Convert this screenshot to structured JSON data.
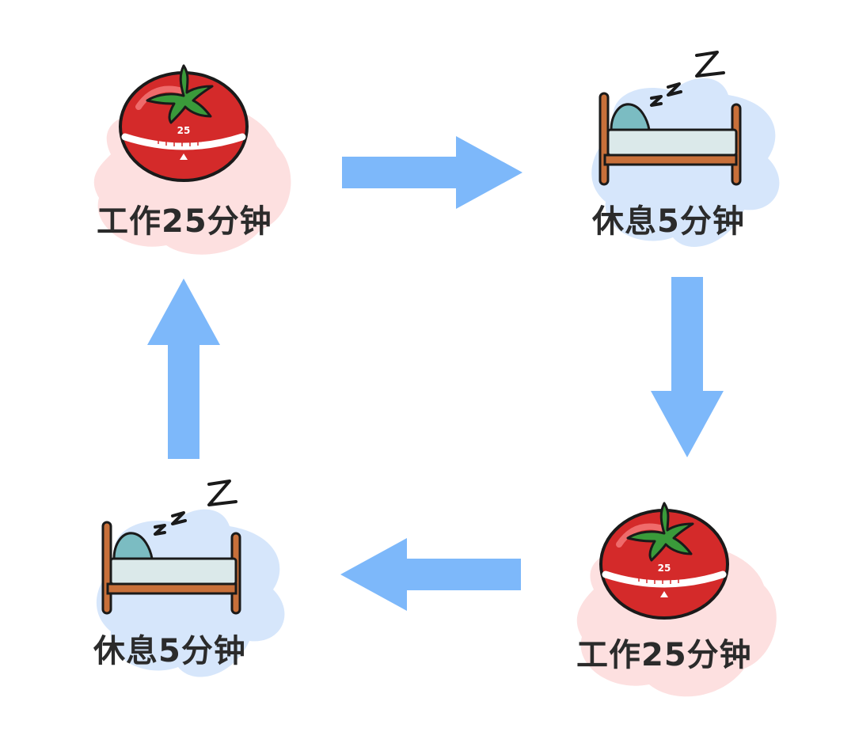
{
  "nodes": [
    {
      "id": "work-top-left",
      "kind": "tomato",
      "label": "工作25分钟",
      "timer_number": "25"
    },
    {
      "id": "rest-top-right",
      "kind": "bed",
      "label": "休息5分钟"
    },
    {
      "id": "work-bottom-right",
      "kind": "tomato",
      "label": "工作25分钟",
      "timer_number": "25"
    },
    {
      "id": "rest-bottom-left",
      "kind": "bed",
      "label": "休息5分钟"
    }
  ],
  "arrows": [
    {
      "from": "work-top-left",
      "to": "rest-top-right",
      "direction": "right"
    },
    {
      "from": "rest-top-right",
      "to": "work-bottom-right",
      "direction": "down"
    },
    {
      "from": "work-bottom-right",
      "to": "rest-bottom-left",
      "direction": "left"
    },
    {
      "from": "rest-bottom-left",
      "to": "work-top-left",
      "direction": "up"
    }
  ],
  "colors": {
    "arrow": "#7db8fa",
    "tomato_red": "#d42a2a",
    "tomato_leaf": "#3a9a3a",
    "blob_pink": "#fde0e0",
    "blob_blue": "#d6e6fb",
    "bed_wood": "#c8703a",
    "bed_sheet": "#dbe9ea",
    "pillow": "#7bbcc2",
    "label_text": "#2b2b2b"
  },
  "icons": [
    "tomato-timer-icon",
    "bed-icon",
    "sleeping-zzz-icon",
    "arrow-right-icon",
    "arrow-down-icon",
    "arrow-left-icon",
    "arrow-up-icon"
  ]
}
